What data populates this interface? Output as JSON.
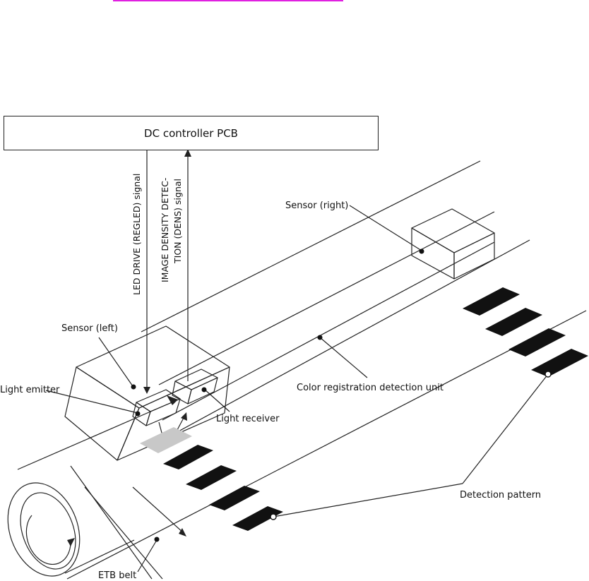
{
  "header_link_color": "#e020e0",
  "pcb_label": "DC controller PCB",
  "signals": {
    "led_drive": "LED DRIVE (REGLED) signal",
    "image_density_line1": "IMAGE DENSITY DETEC-",
    "image_density_line2": "TION (DENS) signal"
  },
  "labels": {
    "sensor_right": "Sensor (right)",
    "sensor_left": "Sensor (left)",
    "light_emitter": "Light emitter",
    "light_receiver": "Light receiver",
    "color_registration_unit": "Color registration detection unit",
    "detection_pattern": "Detection pattern",
    "etb_belt": "ETB belt"
  },
  "colors": {
    "line": "#222222",
    "pattern": "#111111",
    "light_spot": "#c8c8c8"
  }
}
